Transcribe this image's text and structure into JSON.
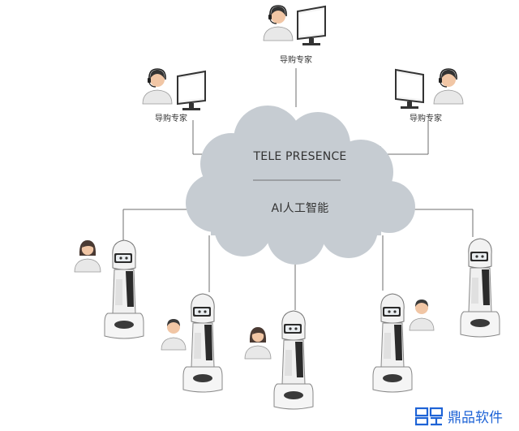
{
  "diagram": {
    "cloud_title": "TELE PRESENCE",
    "cloud_subtitle": "AI人工智能",
    "expert_label": "导购专家"
  },
  "watermark": {
    "text": "鼎品软件"
  },
  "colors": {
    "cloud": "#c6ccd2",
    "line": "#6e6e6e",
    "robot_dark": "#2b2b2b",
    "accent": "#1e63d6"
  }
}
